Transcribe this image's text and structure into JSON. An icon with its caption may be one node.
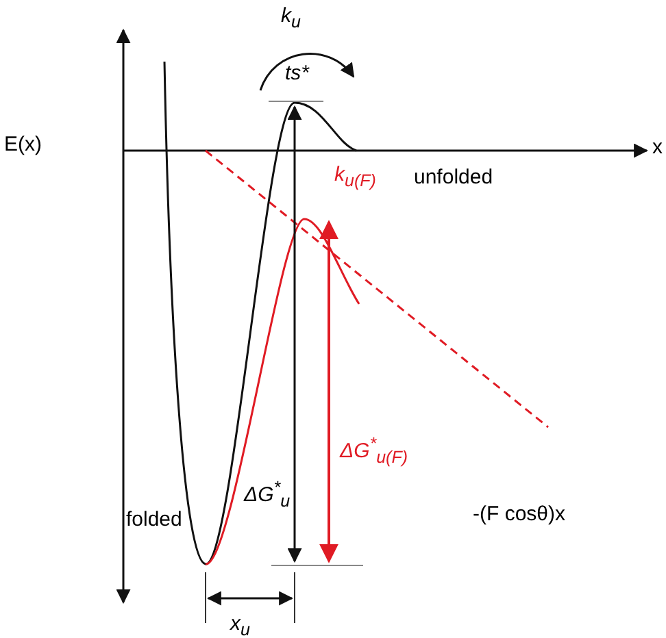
{
  "diagram": {
    "labels": [
      "k$_{u}$",
      "ts*",
      "E(x)",
      "x",
      "k$_{u(F)}$",
      "unfolded",
      "ΔG$^{*}$$_{u(F)}$",
      "-(F cosθ)x",
      "ΔG$^{*}$$_{u}$",
      "folded",
      "x$_{u}$"
    ]
  }
}
